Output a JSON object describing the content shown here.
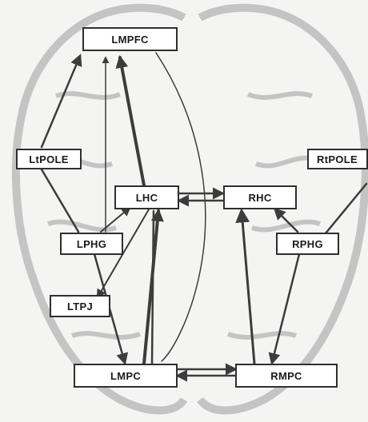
{
  "nodes": {
    "lmpfc": "LMPFC",
    "ltpole": "LtPOLE",
    "rtpole": "RtPOLE",
    "lhc": "LHC",
    "rhc": "RHC",
    "lphg": "LPHG",
    "rphg": "RPHG",
    "ltpj": "LTPJ",
    "lmpc": "LMPC",
    "rmpc": "RMPC"
  },
  "colors": {
    "arrow": "#3c3c3c",
    "brain_outline": "#bdbdbd",
    "background": "#f4f4f2"
  }
}
